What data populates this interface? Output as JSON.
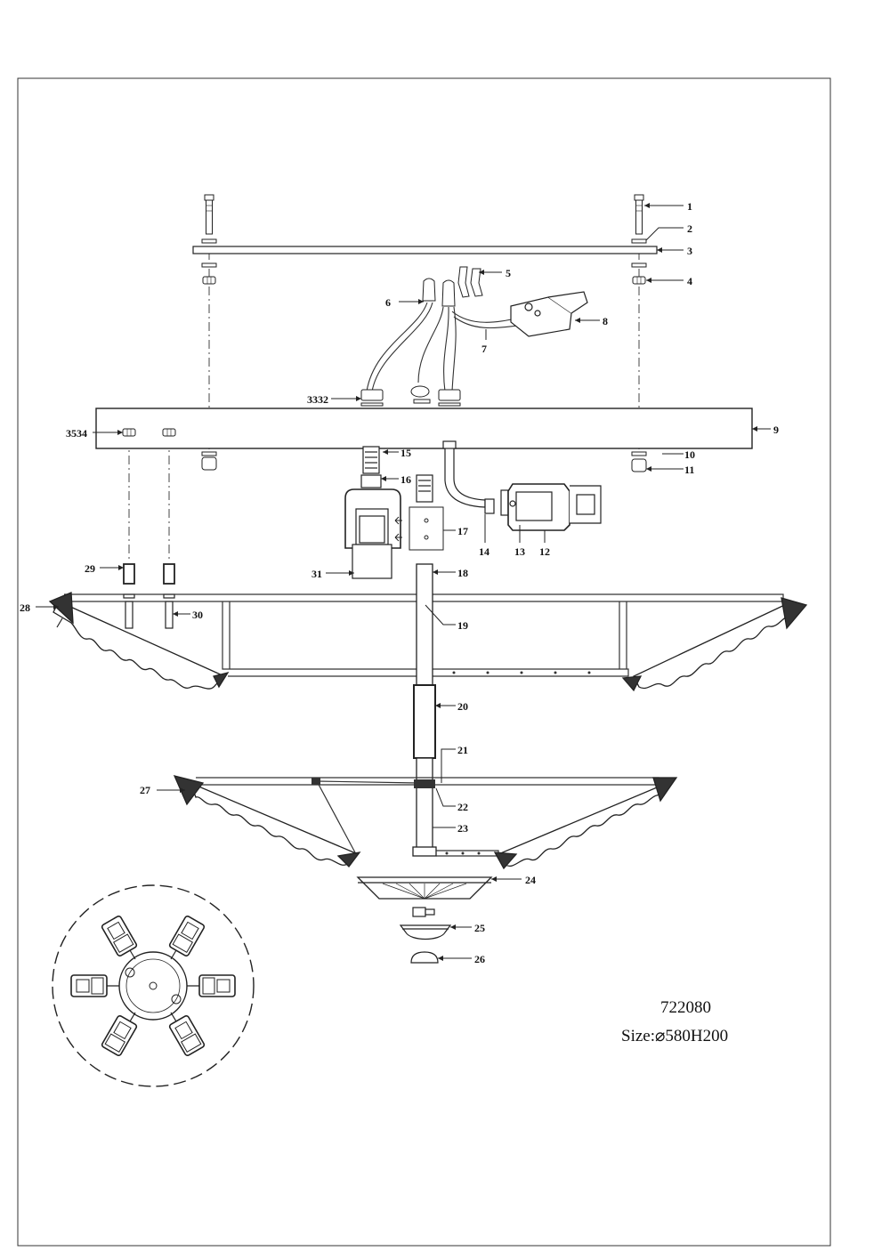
{
  "labels": {
    "p1": "1",
    "p2": "2",
    "p3": "3",
    "p4": "4",
    "p5": "5",
    "p6": "6",
    "p7": "7",
    "p8": "8",
    "p9": "9",
    "p10": "10",
    "p11": "11",
    "p12": "12",
    "p13": "13",
    "p14": "14",
    "p15": "15",
    "p16": "16",
    "p17": "17",
    "p18": "18",
    "p19": "19",
    "p20": "20",
    "p21": "21",
    "p22": "22",
    "p23": "23",
    "p24": "24",
    "p25": "25",
    "p26": "26",
    "p27": "27",
    "p28": "28",
    "p29": "29",
    "p30": "30",
    "p31": "31",
    "p3332": "3332",
    "p3534": "3534"
  },
  "model": "722080",
  "size": "Size:⌀580H200"
}
